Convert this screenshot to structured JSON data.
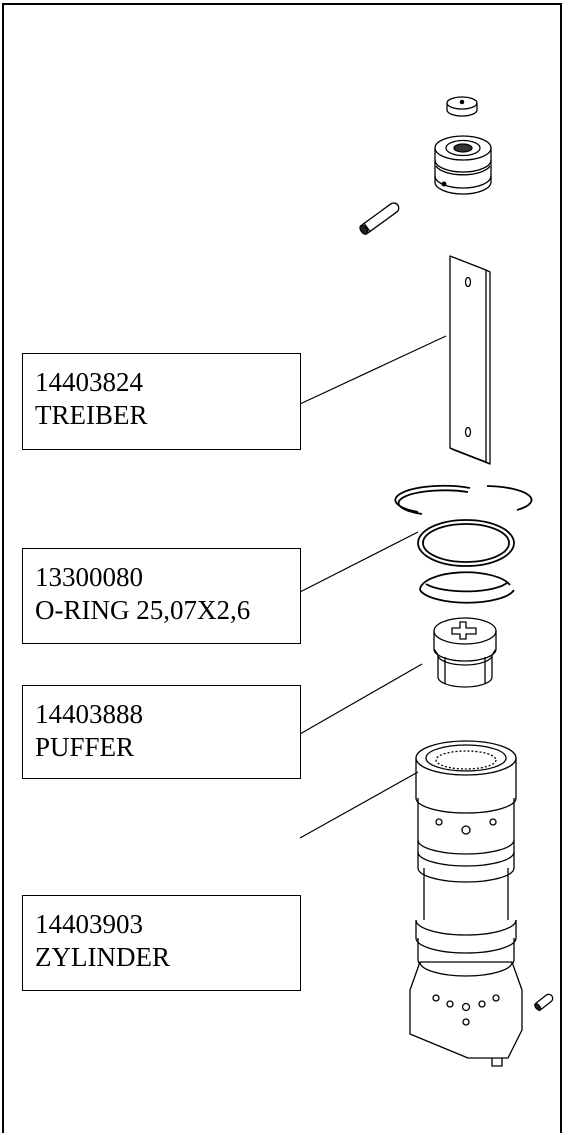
{
  "labels": [
    {
      "number": "14403824",
      "name": "TREIBER"
    },
    {
      "number": "13300080",
      "name": "O-RING 25,07X2,6"
    },
    {
      "number": "14403888",
      "name": "PUFFER"
    },
    {
      "number": "14403903",
      "name": "ZYLINDER"
    }
  ]
}
